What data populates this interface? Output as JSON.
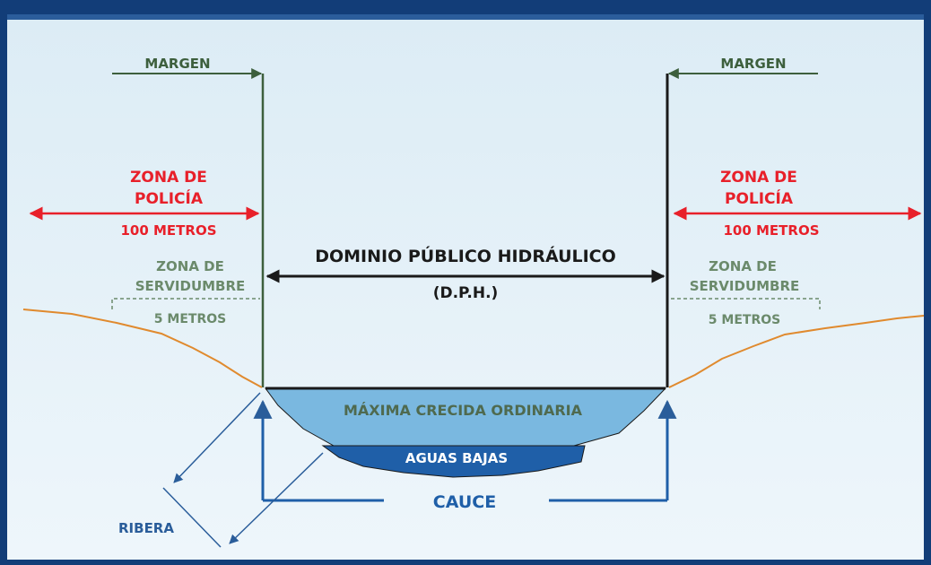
{
  "labels": {
    "margin_left": "MARGEN",
    "margin_right": "MARGEN",
    "police_zone_left_line1": "ZONA DE",
    "police_zone_left_line2": "POLICÍA",
    "police_distance_left": "100 METROS",
    "police_zone_right_line1": "ZONA DE",
    "police_zone_right_line2": "POLICÍA",
    "police_distance_right": "100 METROS",
    "dph_line1": "DOMINIO PÚBLICO HIDRÁULICO",
    "dph_line2": "(D.P.H.)",
    "servitude_left_line1": "ZONA DE",
    "servitude_left_line2": "SERVIDUMBRE",
    "servitude_distance_left": "5 METROS",
    "servitude_right_line1": "ZONA DE",
    "servitude_right_line2": "SERVIDUMBRE",
    "servitude_distance_right": "5 METROS",
    "max_flood": "MÁXIMA CRECIDA ORDINARIA",
    "low_water": "AGUAS BAJAS",
    "channel": "CAUCE",
    "bank": "RIBERA"
  },
  "colors": {
    "frame": "#123d78",
    "background": "#e4f1f8",
    "margin": "#3d5f3d",
    "police": "#e8202a",
    "servitude": "#6b8a6b",
    "dph": "#1a1a1a",
    "terrain": "#e08a2e",
    "flood_water": "#7ab8e0",
    "low_water": "#1f5fa8",
    "channel": "#1f5fa8",
    "bank": "#2a5d9a"
  }
}
